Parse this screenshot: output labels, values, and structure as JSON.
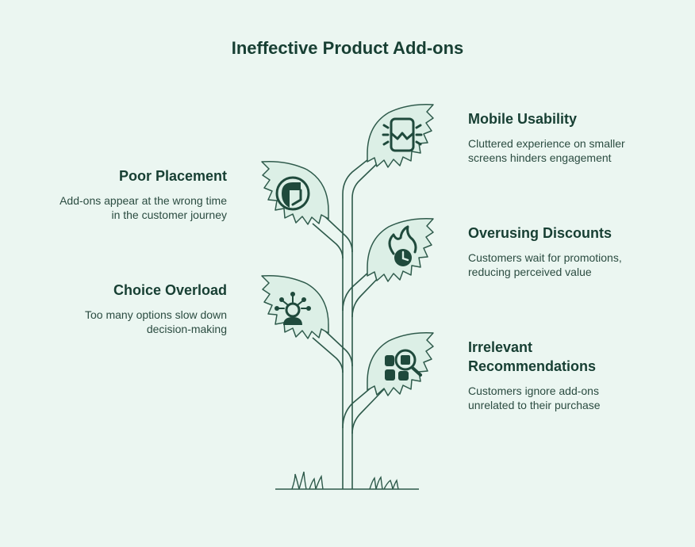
{
  "title": "Ineffective Product Add-ons",
  "items": [
    {
      "side": "right",
      "heading": "Mobile Usability",
      "line1": "Cluttered experience on smaller",
      "line2": "screens hinders engagement",
      "icon": "broken-phone-icon"
    },
    {
      "side": "left",
      "heading": "Poor Placement",
      "line1": "Add-ons appear at the wrong time",
      "line2": "in the customer journey",
      "icon": "misplaced-arrow-icon"
    },
    {
      "side": "right",
      "heading": "Overusing Discounts",
      "line1": "Customers wait for promotions,",
      "line2": "reducing perceived value",
      "icon": "fire-clock-icon"
    },
    {
      "side": "left",
      "heading": "Choice Overload",
      "line1": "Too many options slow down",
      "line2": "decision-making",
      "icon": "person-options-icon"
    },
    {
      "side": "right",
      "heading_line1": "Irrelevant",
      "heading_line2": "Recommendations",
      "line1": "Customers ignore add-ons",
      "line2": "unrelated to their purchase",
      "icon": "search-blocks-icon"
    }
  ],
  "colors": {
    "background": "#ebf6f1",
    "leaf_fill": "#dcefe6",
    "stroke": "#2e5a4b",
    "icon": "#1f4a3c",
    "text": "#173f33"
  }
}
